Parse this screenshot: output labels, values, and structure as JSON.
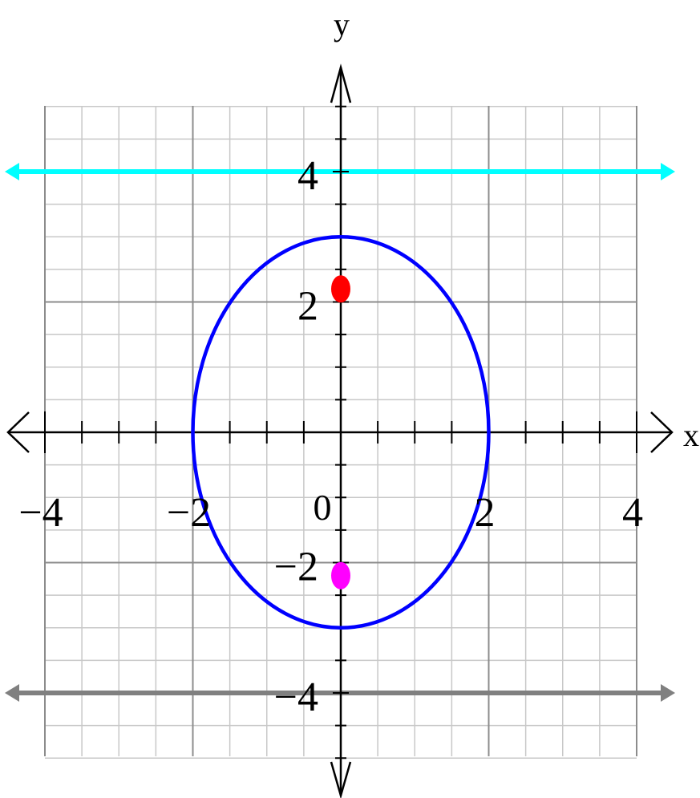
{
  "chart_data": {
    "type": "line",
    "x_label": "x",
    "y_label": "y",
    "xlim": [
      -4,
      4
    ],
    "ylim": [
      -5,
      5
    ],
    "grid": true,
    "grid_minor_step": 0.5,
    "x_ticks": [
      {
        "value": -4,
        "label": "−4"
      },
      {
        "value": -2,
        "label": "−2"
      },
      {
        "value": 2,
        "label": "2"
      },
      {
        "value": 4,
        "label": "4"
      }
    ],
    "y_ticks": [
      {
        "value": 4,
        "label": "4"
      },
      {
        "value": 2,
        "label": "2"
      },
      {
        "value": -2,
        "label": "−2"
      },
      {
        "value": -4,
        "label": "−4"
      }
    ],
    "origin_label": "0",
    "ellipse": {
      "center": [
        0,
        0
      ],
      "a": 2,
      "b": 3,
      "color": "#0000ff"
    },
    "points": [
      {
        "x": 0,
        "y": 2.2,
        "color": "#ff0000"
      },
      {
        "x": 0,
        "y": -2.2,
        "color": "#ff00ff"
      }
    ],
    "lines": [
      {
        "y": 4,
        "color": "#00ffff"
      },
      {
        "y": -4,
        "color": "#808080"
      }
    ]
  }
}
